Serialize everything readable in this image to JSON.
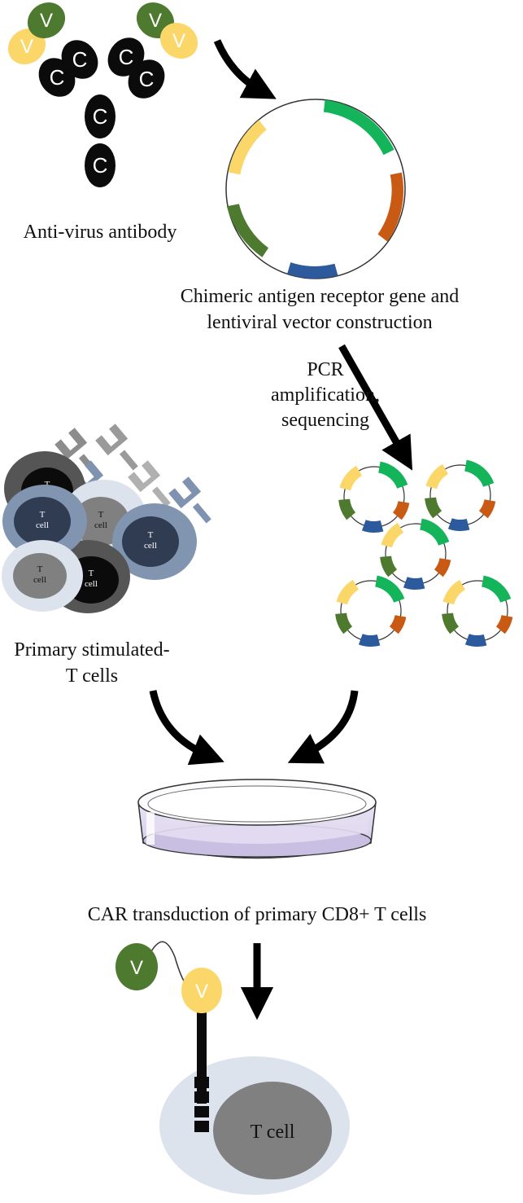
{
  "labels": {
    "antibody": "Anti-virus antibody",
    "construction_line1": "Chimeric antigen receptor gene and",
    "construction_line2": "lentiviral vector construction",
    "pcr_line1": "PCR",
    "pcr_line2": "amplification,",
    "pcr_line3": "sequencing",
    "primary_line1": "Primary stimulated-",
    "primary_line2": "T cells",
    "transduction": "CAR transduction of primary CD8+ T cells",
    "final_cell": "T cell"
  },
  "domain_letters": {
    "variable": "V",
    "constant": "C"
  },
  "cell_labels": {
    "t": "T",
    "cell": "cell"
  },
  "colors": {
    "vl_green": "#4e7a30",
    "vh_yellow": "#fbd76a",
    "constant_black": "#0b0b0b",
    "vector_green": "#14b45a",
    "vector_orange": "#c85a14",
    "vector_blue": "#2c5a9c",
    "vector_yellow": "#fbd76a",
    "vector_darkgreen": "#4e7a30",
    "membrane_light": "#dde3ec",
    "cell_grey": "#808080",
    "dish_lilac": "#d9d3ec"
  }
}
